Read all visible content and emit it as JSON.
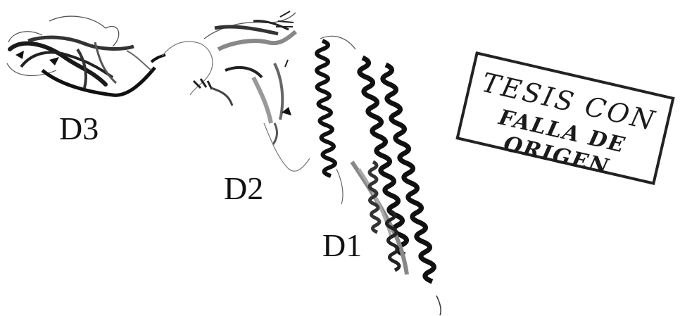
{
  "labels": {
    "d3": "D3",
    "d2": "D2",
    "d1": "D1"
  },
  "stamp": {
    "line1": "TESIS CON",
    "line2": "FALLA DE ORIGEN"
  },
  "colors": {
    "ink": "#111111",
    "helix": "#1a1a1a",
    "ribbon_grey": "#7a7a7a",
    "coil": "#444444"
  }
}
